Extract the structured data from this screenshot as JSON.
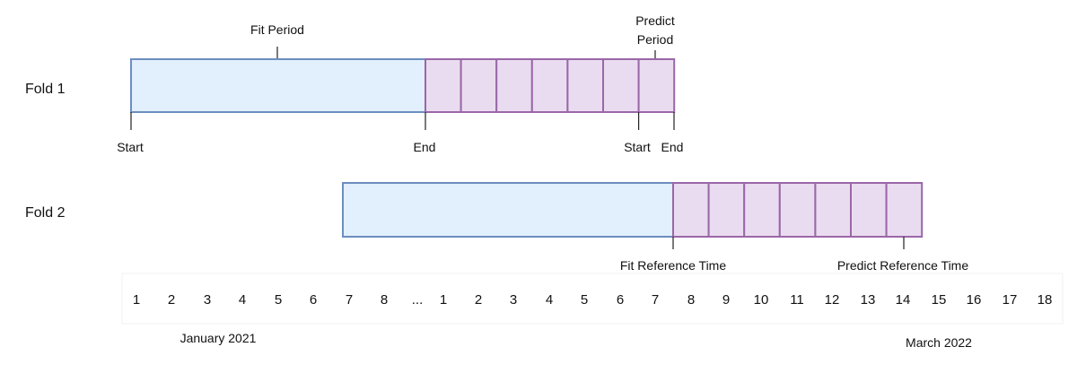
{
  "folds": [
    {
      "label": "Fold 1",
      "fit_label": "Fit Period",
      "predict_label_line1": "Predict",
      "predict_label_line2": "Period",
      "fit_start_label": "Start",
      "fit_end_label": "End",
      "predict_start_label": "Start",
      "predict_end_label": "End"
    },
    {
      "label": "Fold 2",
      "fit_reference_label": "Fit Reference Time",
      "predict_reference_label": "Predict Reference Time"
    }
  ],
  "timeline": {
    "cells": [
      "1",
      "2",
      "3",
      "4",
      "5",
      "6",
      "7",
      "8",
      "...",
      "1",
      "2",
      "3",
      "4",
      "5",
      "6",
      "7",
      "8",
      "9",
      "10",
      "11",
      "12",
      "13",
      "14",
      "15",
      "16",
      "17",
      "18"
    ],
    "label_left": "January 2021",
    "label_right": "March 2022"
  },
  "colors": {
    "fit_fill": "#e2effd",
    "fit_stroke": "#6c8ebf",
    "predict_fill": "#eadcf0",
    "predict_stroke": "#9a67a8",
    "tick": "#222222",
    "timeline_bg": "#ffffff"
  }
}
